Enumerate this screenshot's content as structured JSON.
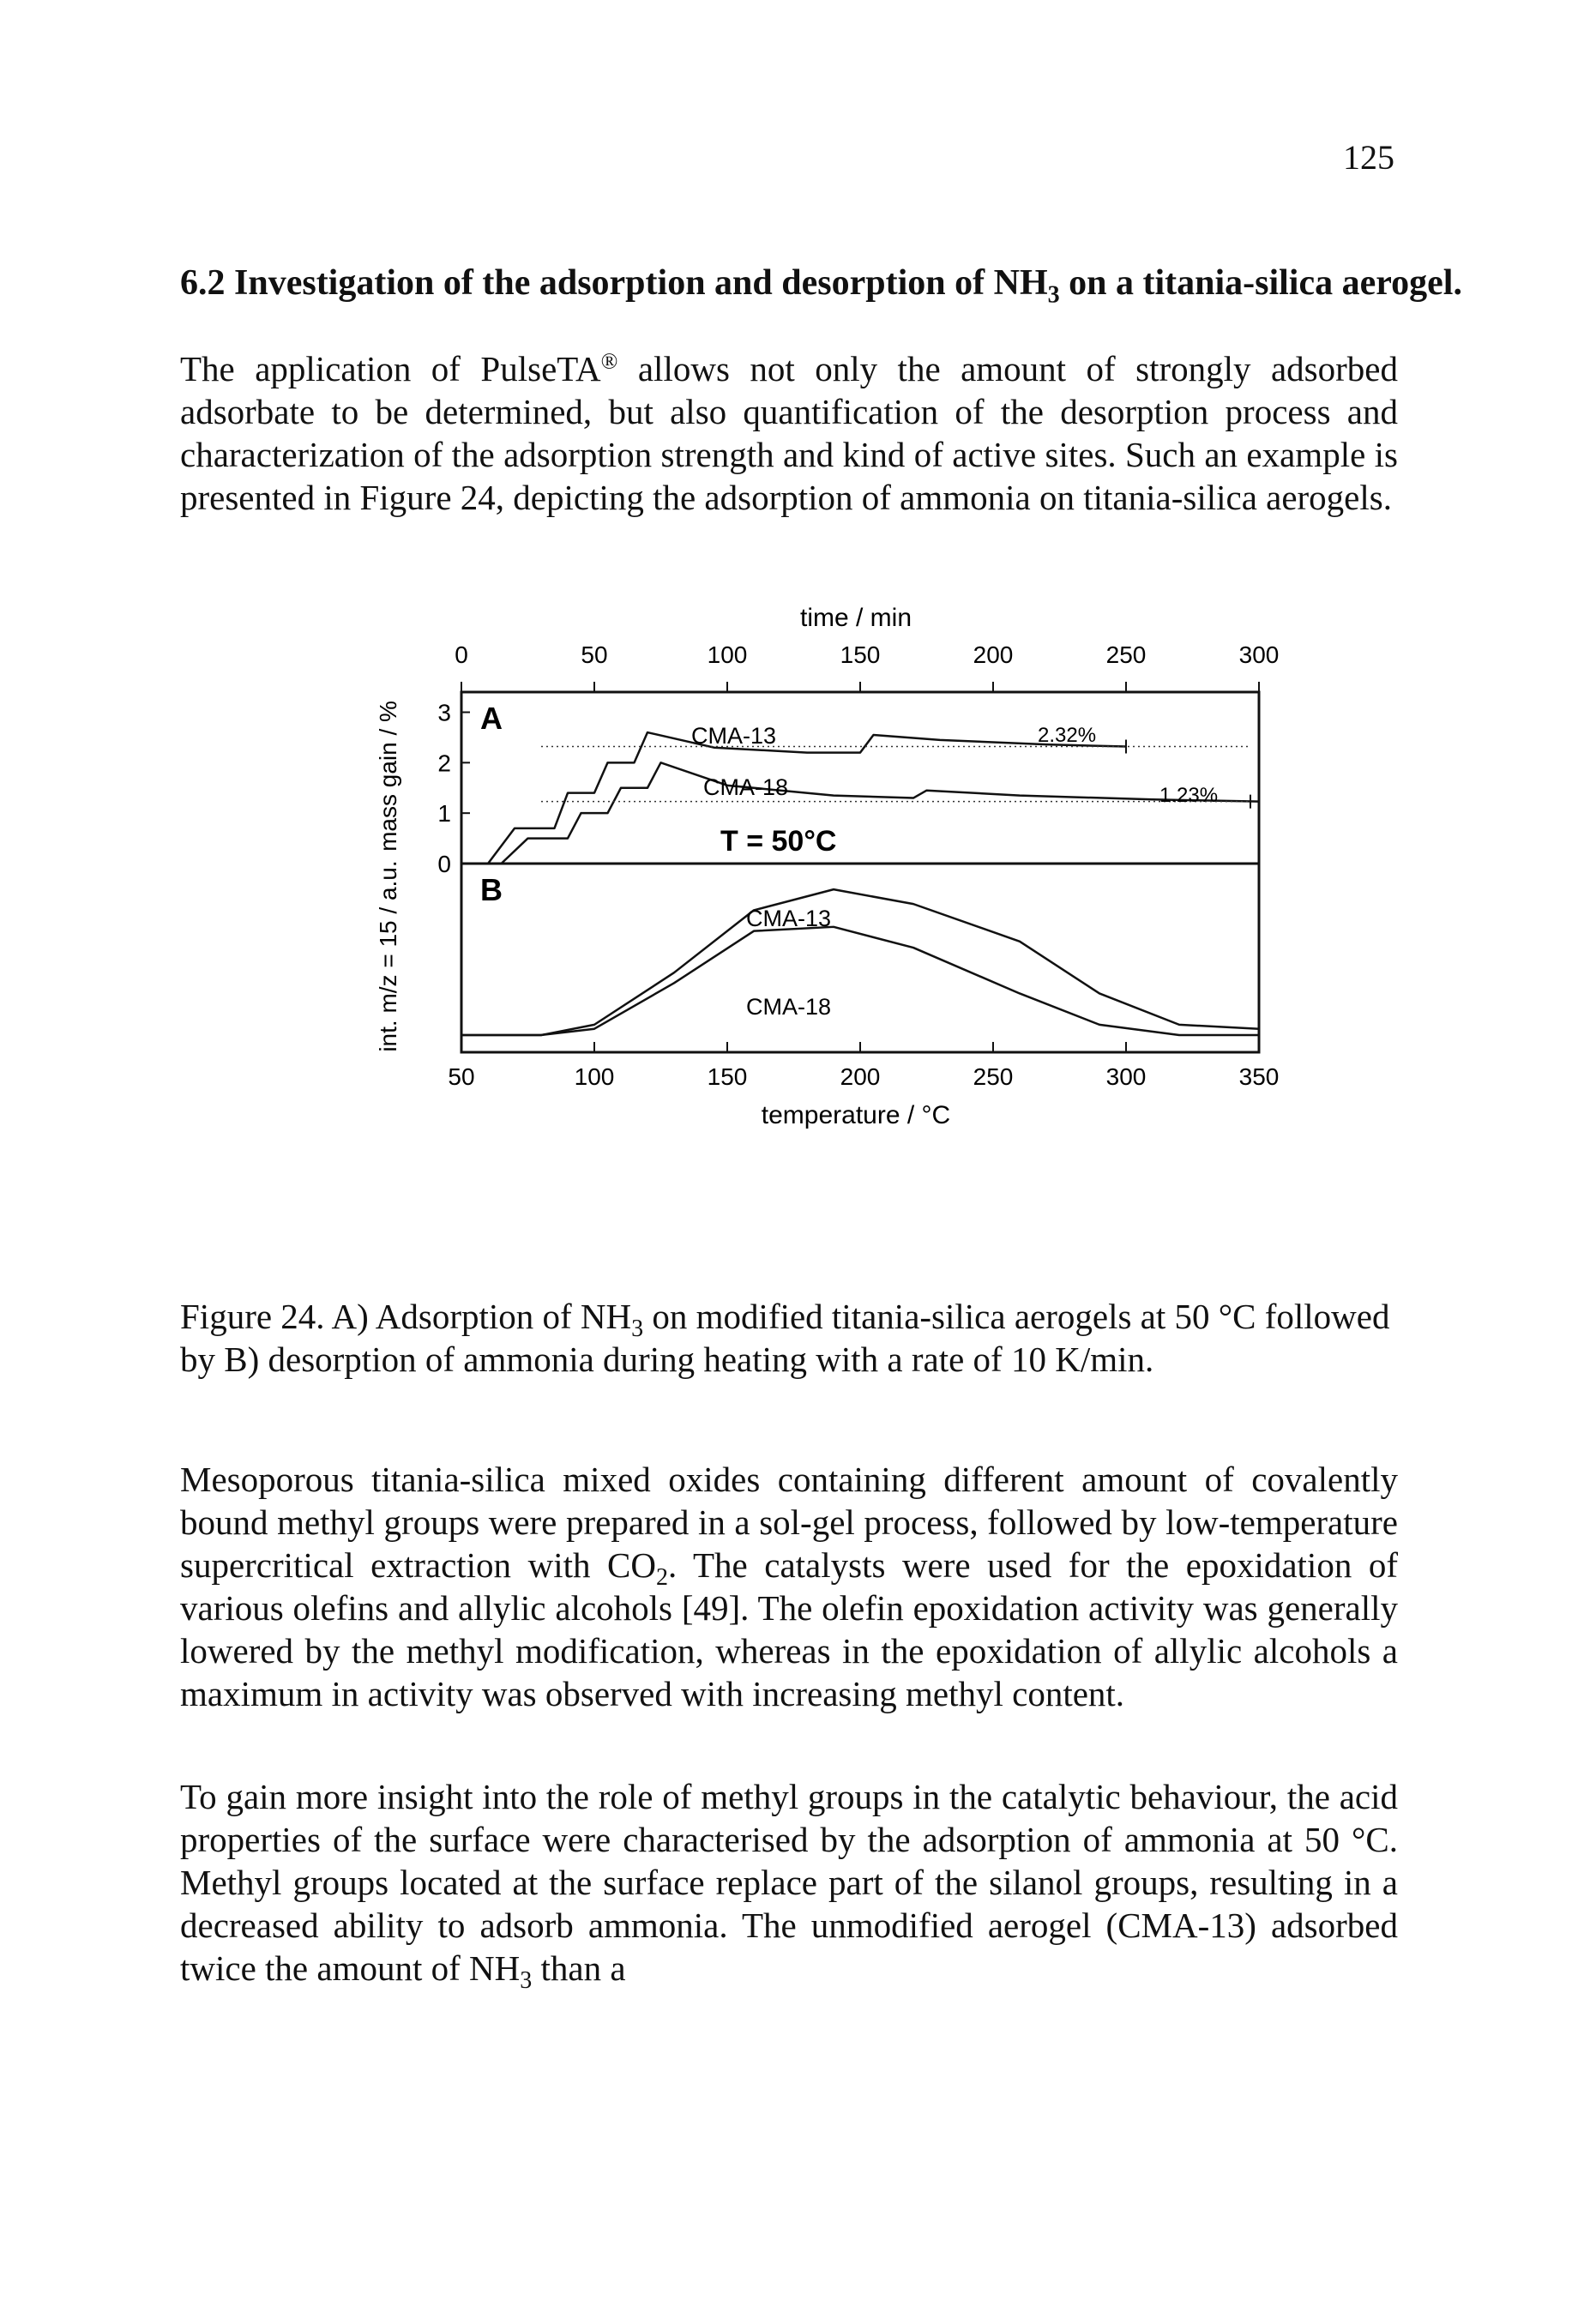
{
  "page": {
    "number": "125"
  },
  "section": {
    "number": "6.2",
    "title_pre": "Investigation of the adsorption and desorption of NH",
    "title_sub": "3",
    "title_post": " on a titania-silica aerogel."
  },
  "paragraph1": {
    "pre": "The application of PulseTA",
    "sup": "®",
    "post": " allows not only the amount of strongly adsorbed adsorbate to be determined, but also quantification of the desorption process and characterization of the adsorption strength and kind of active sites. Such an example is presented in Figure 24, depicting the adsorption of ammonia on titania-silica aerogels."
  },
  "figure": {
    "top_axis_title": "time / min",
    "top_axis_ticks": [
      "0",
      "50",
      "100",
      "150",
      "200",
      "250",
      "300"
    ],
    "bottom_axis_title": "temperature / °C",
    "bottom_axis_ticks": [
      "50",
      "100",
      "150",
      "200",
      "250",
      "300",
      "350"
    ],
    "panelA": {
      "label": "A",
      "ylabel": "mass gain / %",
      "yticks": [
        "0",
        "1",
        "2",
        "3"
      ],
      "annotation": "T = 50°C",
      "series": [
        {
          "name": "CMA-13",
          "end_label": "2.32%"
        },
        {
          "name": "CMA-18",
          "end_label": "1.23%"
        }
      ]
    },
    "panelB": {
      "label": "B",
      "ylabel": "int. m/z = 15 / a.u.",
      "series": [
        {
          "name": "CMA-13"
        },
        {
          "name": "CMA-18"
        }
      ]
    },
    "colors": {
      "line": "#111111",
      "dotted": "#333333"
    }
  },
  "chart_data": [
    {
      "type": "line",
      "panel": "A",
      "x_axis": "time / min",
      "xlim": [
        0,
        300
      ],
      "ylabel": "mass gain / %",
      "ylim": [
        0,
        3.4
      ],
      "series": [
        {
          "name": "CMA-13",
          "x": [
            0,
            10,
            20,
            35,
            40,
            50,
            55,
            65,
            70,
            95,
            130,
            150,
            155,
            180,
            220,
            250
          ],
          "y": [
            0,
            0,
            0.7,
            0.7,
            1.4,
            1.4,
            2.0,
            2.0,
            2.6,
            2.3,
            2.2,
            2.2,
            2.55,
            2.45,
            2.36,
            2.32
          ]
        },
        {
          "name": "CMA-18",
          "x": [
            0,
            15,
            25,
            40,
            45,
            55,
            60,
            70,
            75,
            100,
            140,
            170,
            175,
            210,
            260,
            300
          ],
          "y": [
            0,
            0,
            0.5,
            0.5,
            1.0,
            1.0,
            1.5,
            1.5,
            2.0,
            1.55,
            1.35,
            1.3,
            1.45,
            1.35,
            1.27,
            1.23
          ]
        }
      ]
    },
    {
      "type": "line",
      "panel": "B",
      "x_axis": "temperature / °C",
      "xlim": [
        50,
        350
      ],
      "ylabel": "int. m/z = 15 / a.u.",
      "series": [
        {
          "name": "CMA-13",
          "x": [
            50,
            80,
            100,
            130,
            160,
            190,
            220,
            260,
            290,
            320,
            350
          ],
          "y": [
            0.0,
            0.0,
            0.5,
            3.0,
            6.0,
            7.0,
            6.3,
            4.5,
            2.0,
            0.5,
            0.3
          ]
        },
        {
          "name": "CMA-18",
          "x": [
            50,
            80,
            100,
            130,
            160,
            190,
            220,
            260,
            290,
            320,
            350
          ],
          "y": [
            0.0,
            0.0,
            0.3,
            2.5,
            5.0,
            5.2,
            4.2,
            2.0,
            0.5,
            0.0,
            0.0
          ]
        }
      ]
    }
  ],
  "caption": {
    "pre": "Figure 24.  A) Adsorption of NH",
    "sub": "3",
    "post": " on modified titania-silica aerogels at 50 °C followed by B) desorption of ammonia during heating with a rate of 10 K/min."
  },
  "paragraph2": {
    "pre": "Mesoporous titania-silica mixed oxides containing different amount of covalently bound methyl groups were prepared in a sol-gel process, followed by low-temperature supercritical extraction with CO",
    "sub": "2",
    "post": ". The catalysts were used for the epoxidation of various olefins and allylic alcohols [49]. The olefin epoxidation activity was generally lowered by the methyl modification, whereas in the epoxidation of allylic alcohols a maximum in activity was observed with increasing methyl content."
  },
  "paragraph3": {
    "pre": "To gain more insight into the role of methyl groups in the catalytic behaviour, the acid properties of the surface were characterised by the adsorption of ammonia at 50 °C. Methyl groups located at the surface replace part of the silanol groups, resulting in a decreased ability to adsorb ammonia. The unmodified aerogel (CMA-13) adsorbed twice the amount of NH",
    "sub": "3",
    "post": " than a"
  }
}
